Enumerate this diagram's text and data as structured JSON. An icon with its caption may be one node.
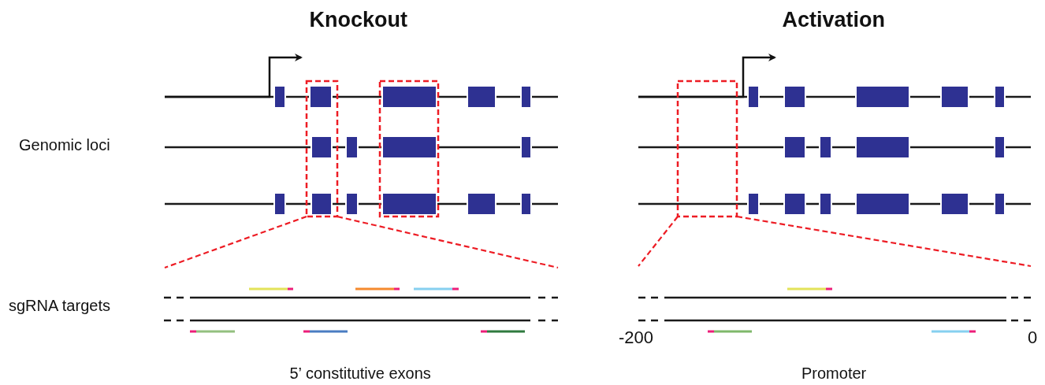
{
  "diagram": {
    "labels": [
      "Knockout",
      "Activation",
      "Genomic loci",
      "sgRNA targets",
      "-200",
      "0",
      "5’ constitutive exons",
      "Promoter"
    ]
  }
}
